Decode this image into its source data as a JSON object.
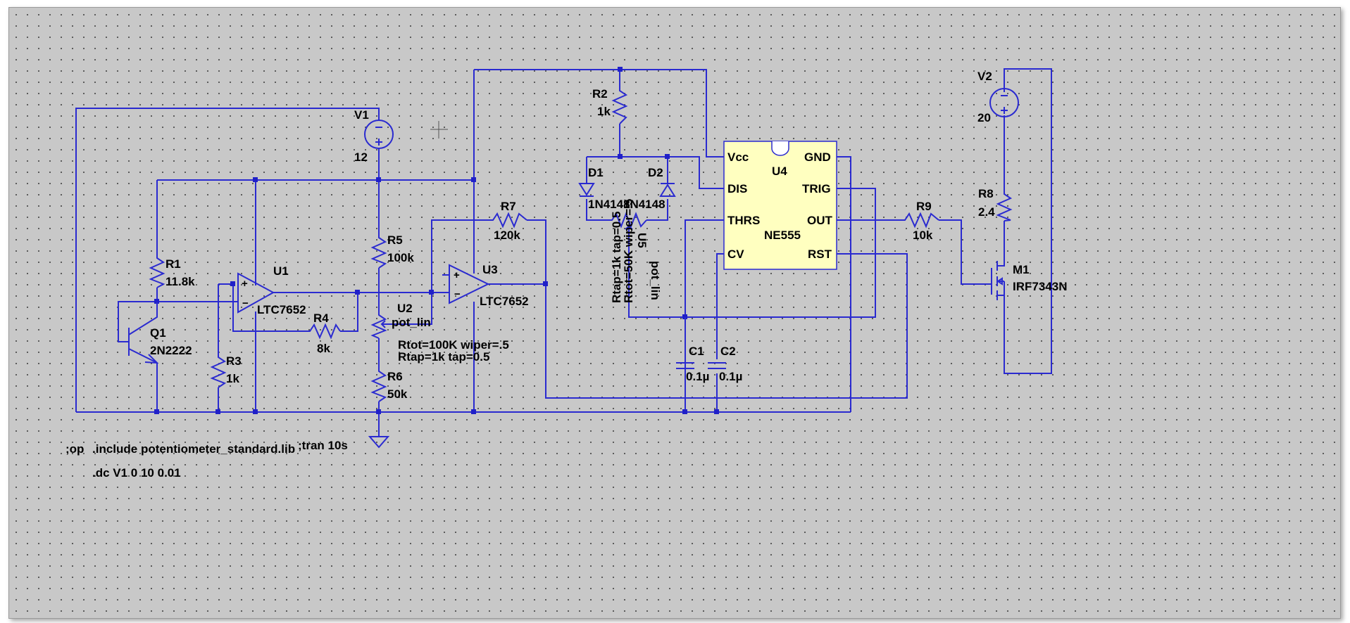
{
  "schematic": {
    "components": {
      "V1": {
        "name": "V1",
        "value": "12"
      },
      "V2": {
        "name": "V2",
        "value": "20"
      },
      "R1": {
        "name": "R1",
        "value": "11.8k"
      },
      "R2": {
        "name": "R2",
        "value": "1k"
      },
      "R3": {
        "name": "R3",
        "value": "1k"
      },
      "R4": {
        "name": "R4",
        "value": "8k"
      },
      "R5": {
        "name": "R5",
        "value": "100k"
      },
      "R6": {
        "name": "R6",
        "value": "50k"
      },
      "R7": {
        "name": "R7",
        "value": "120k"
      },
      "R8": {
        "name": "R8",
        "value": "2.4"
      },
      "R9": {
        "name": "R9",
        "value": "10k"
      },
      "C1": {
        "name": "C1",
        "value": "0.1µ"
      },
      "C2": {
        "name": "C2",
        "value": "0.1µ"
      },
      "D1": {
        "name": "D1",
        "value": "1N4148"
      },
      "D2": {
        "name": "D2",
        "value": "1N4148"
      },
      "Q1": {
        "name": "Q1",
        "value": "2N2222"
      },
      "M1": {
        "name": "M1",
        "value": "IRF7343N"
      },
      "U1": {
        "name": "U1",
        "value": "LTC7652"
      },
      "U3": {
        "name": "U3",
        "value": "LTC7652"
      },
      "U2": {
        "name": "U2",
        "value": "pot_lin",
        "params1": "Rtot=100K wiper=.5",
        "params2": "Rtap=1k tap=0.5"
      },
      "U5": {
        "name": "U5",
        "value": "pot_lin",
        "params1": "Rtot=50K wiper=.5",
        "params2": "Rtap=1k tap=0.5"
      },
      "U4": {
        "name": "U4",
        "value": "NE555",
        "pins": {
          "vcc": "Vcc",
          "gnd": "GND",
          "dis": "DIS",
          "trig": "TRIG",
          "thrs": "THRS",
          "out": "OUT",
          "cv": "CV",
          "rst": "RST"
        }
      }
    },
    "directives": {
      "op": ";op",
      "include": ".include potentiometer_standard.lib",
      "tran": ";tran 10s",
      "dc": ".dc V1 0 10 0.01"
    },
    "colors": {
      "wire": "#2a2ad0",
      "ic_fill": "#ffffc0",
      "background": "#c8c8c8"
    }
  }
}
